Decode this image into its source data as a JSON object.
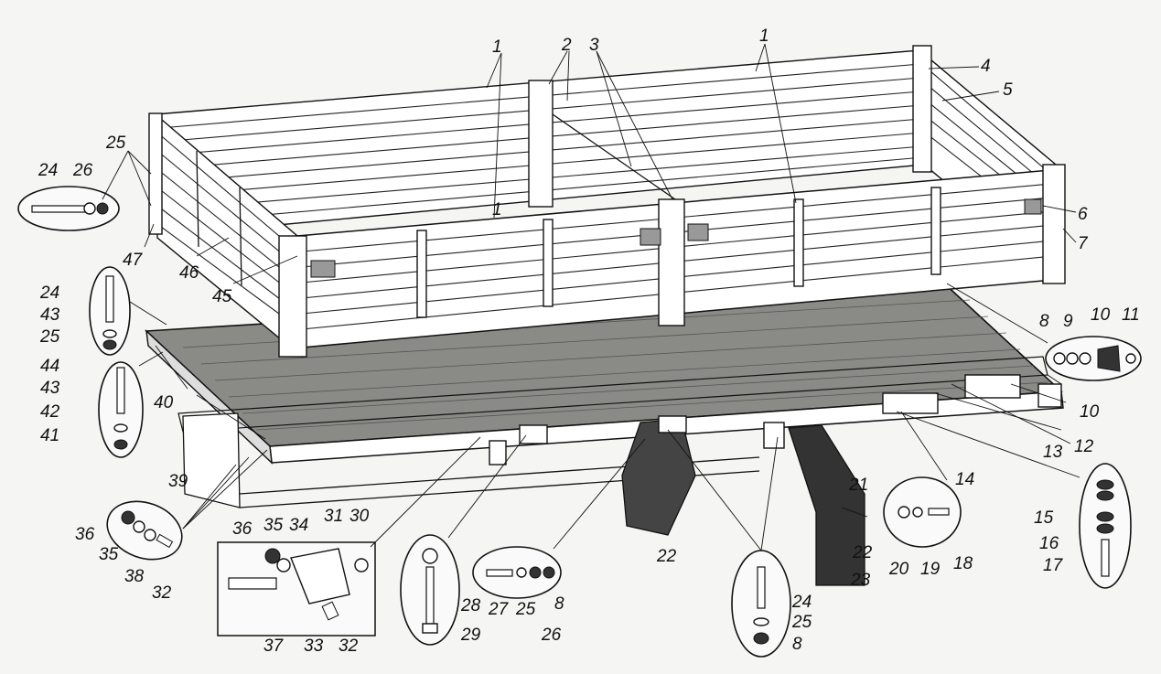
{
  "labels": [
    {
      "id": "lbl-1a",
      "text": "1"
    },
    {
      "id": "lbl-2",
      "text": "2"
    },
    {
      "id": "lbl-3",
      "text": "3"
    },
    {
      "id": "lbl-1b",
      "text": "1"
    },
    {
      "id": "lbl-4",
      "text": "4"
    },
    {
      "id": "lbl-5",
      "text": "5"
    },
    {
      "id": "lbl-25a",
      "text": "25"
    },
    {
      "id": "lbl-24a",
      "text": "24"
    },
    {
      "id": "lbl-26a",
      "text": "26"
    },
    {
      "id": "lbl-1c",
      "text": "1"
    },
    {
      "id": "lbl-6",
      "text": "6"
    },
    {
      "id": "lbl-7",
      "text": "7"
    },
    {
      "id": "lbl-47",
      "text": "47"
    },
    {
      "id": "lbl-46",
      "text": "46"
    },
    {
      "id": "lbl-45",
      "text": "45"
    },
    {
      "id": "lbl-24b",
      "text": "24"
    },
    {
      "id": "lbl-43a",
      "text": "43"
    },
    {
      "id": "lbl-25b",
      "text": "25"
    },
    {
      "id": "lbl-44",
      "text": "44"
    },
    {
      "id": "lbl-43b",
      "text": "43"
    },
    {
      "id": "lbl-42",
      "text": "42"
    },
    {
      "id": "lbl-41",
      "text": "41"
    },
    {
      "id": "lbl-40",
      "text": "40"
    },
    {
      "id": "lbl-39",
      "text": "39"
    },
    {
      "id": "lbl-8a",
      "text": "8"
    },
    {
      "id": "lbl-9",
      "text": "9"
    },
    {
      "id": "lbl-10a",
      "text": "10"
    },
    {
      "id": "lbl-11",
      "text": "11"
    },
    {
      "id": "lbl-10b",
      "text": "10"
    },
    {
      "id": "lbl-13",
      "text": "13"
    },
    {
      "id": "lbl-12",
      "text": "12"
    },
    {
      "id": "lbl-14",
      "text": "14"
    },
    {
      "id": "lbl-15",
      "text": "15"
    },
    {
      "id": "lbl-16",
      "text": "16"
    },
    {
      "id": "lbl-17",
      "text": "17"
    },
    {
      "id": "lbl-21",
      "text": "21"
    },
    {
      "id": "lbl-22a",
      "text": "22"
    },
    {
      "id": "lbl-22b",
      "text": "22"
    },
    {
      "id": "lbl-23",
      "text": "23"
    },
    {
      "id": "lbl-20",
      "text": "20"
    },
    {
      "id": "lbl-19",
      "text": "19"
    },
    {
      "id": "lbl-18",
      "text": "18"
    },
    {
      "id": "lbl-36a",
      "text": "36"
    },
    {
      "id": "lbl-35a",
      "text": "35"
    },
    {
      "id": "lbl-38",
      "text": "38"
    },
    {
      "id": "lbl-32a",
      "text": "32"
    },
    {
      "id": "lbl-36b",
      "text": "36"
    },
    {
      "id": "lbl-35b",
      "text": "35"
    },
    {
      "id": "lbl-34",
      "text": "34"
    },
    {
      "id": "lbl-31",
      "text": "31"
    },
    {
      "id": "lbl-30",
      "text": "30"
    },
    {
      "id": "lbl-37",
      "text": "37"
    },
    {
      "id": "lbl-33",
      "text": "33"
    },
    {
      "id": "lbl-32b",
      "text": "32"
    },
    {
      "id": "lbl-28",
      "text": "28"
    },
    {
      "id": "lbl-29",
      "text": "29"
    },
    {
      "id": "lbl-27",
      "text": "27"
    },
    {
      "id": "lbl-25c",
      "text": "25"
    },
    {
      "id": "lbl-26b",
      "text": "26"
    },
    {
      "id": "lbl-8b",
      "text": "8"
    },
    {
      "id": "lbl-24c",
      "text": "24"
    },
    {
      "id": "lbl-25d",
      "text": "25"
    },
    {
      "id": "lbl-8c",
      "text": "8"
    }
  ]
}
